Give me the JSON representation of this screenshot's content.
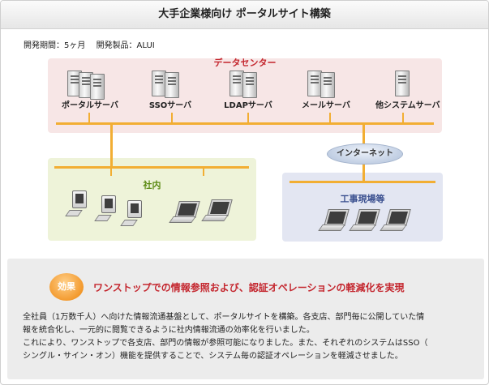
{
  "title": "大手企業様向け ポータルサイト構築",
  "meta": {
    "period": "開発期間：5ヶ月",
    "product": "開発製品：ALUI"
  },
  "diagram": {
    "data_center": {
      "label": "データセンター",
      "servers": [
        {
          "label": "ポータルサーバ"
        },
        {
          "label": "SSOサーバ"
        },
        {
          "label": "LDAPサーバ"
        },
        {
          "label": "メールサーバ"
        },
        {
          "label": "他システムサーバ"
        }
      ]
    },
    "internet": {
      "label": "インターネット"
    },
    "office": {
      "label": "社内"
    },
    "site": {
      "label": "工事現場等"
    }
  },
  "effect": {
    "badge": "効果",
    "heading": "ワンストップでの情報参照および、認証オペレーションの軽減化を実現",
    "lines": [
      "全社員（1万数千人）へ向けた情報流通基盤として、ポータルサイトを構築。各支店、部門毎に公開していた情",
      "報を統合化し、一元的に閲覧できるように社内情報流通の効率化を行いました。",
      "これにより、ワンストップで各支店、部門の情報が参照可能になりました。また、それぞれのシステムはSSO（",
      "シングル・サイン・オン）機能を提供することで、システム毎の認証オペレーションを軽減させました。"
    ]
  }
}
